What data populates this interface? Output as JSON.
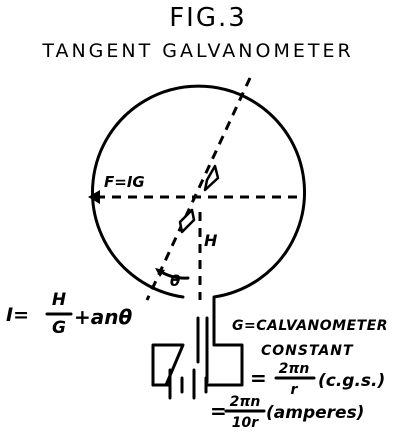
{
  "figure": {
    "number": "FIG.3",
    "title": "TANGENT GALVANOMETER"
  },
  "labels": {
    "force": "F=IG",
    "field": "H",
    "angle": "θ"
  },
  "formulas": {
    "current_lhs": "I=",
    "current_num": "H",
    "current_den": "G",
    "current_tail": "+anθ",
    "constant_line1": "G=CALVANOMETER",
    "constant_line2": "CONSTANT",
    "cgs_eq": "=",
    "cgs_num": "2πn",
    "cgs_den": "r",
    "cgs_unit": "(c.g.s.)",
    "amp_eq": "=",
    "amp_num": "2πn",
    "amp_den": "10r",
    "amp_unit": "(amperes)"
  },
  "colors": {
    "ink": "#000000",
    "paper": "#ffffff"
  }
}
